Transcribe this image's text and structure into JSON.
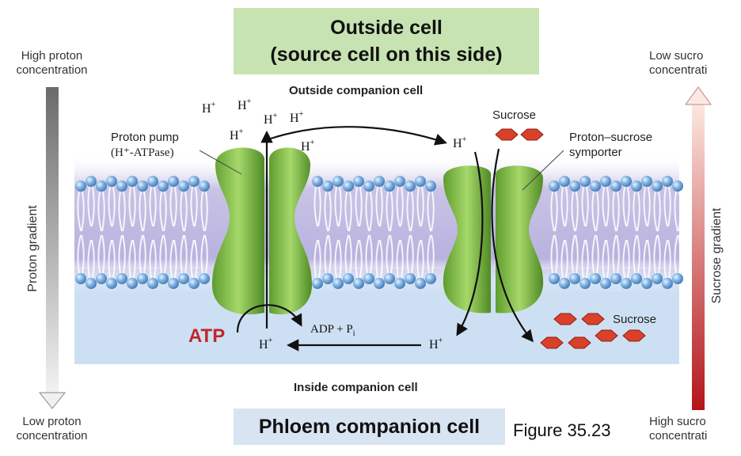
{
  "header_box": {
    "line1": "Outside cell",
    "line2": "(source cell on this side)"
  },
  "footer_box": {
    "label": "Phloem companion cell"
  },
  "figure_ref": "Figure 35.23",
  "outside_label": "Outside companion cell",
  "inside_label": "Inside companion cell",
  "left_gradient": {
    "top_line1": "High proton",
    "top_line2": "concentration",
    "bottom_line1": "Low proton",
    "bottom_line2": "concentration",
    "axis": "Proton gradient"
  },
  "right_gradient": {
    "top_line1": "Low sucro",
    "top_line2": "concentrati",
    "bottom_line1": "High sucro",
    "bottom_line2": "concentrati",
    "axis": "Sucrose gradient"
  },
  "pump": {
    "line1": "Proton pump",
    "line2": "(H⁺-ATPase)"
  },
  "symporter": {
    "line1": "Proton–sucrose",
    "line2": "symporter"
  },
  "sucrose_top": "Sucrose",
  "sucrose_bottom": "Sucrose",
  "atp": "ATP",
  "adp": "ADP + P",
  "adp_sub": "i",
  "proton": "H",
  "proton_sup": "+",
  "colors": {
    "membrane_blue": "#7aa7d6",
    "cytoplasm": "#cde0f3",
    "protein_green": "#8cc34a",
    "sucrose_red": "#d9412b",
    "atp_red": "#c0262b",
    "header_green": "#c7e3b2",
    "footer_blue": "#d8e4f2"
  }
}
